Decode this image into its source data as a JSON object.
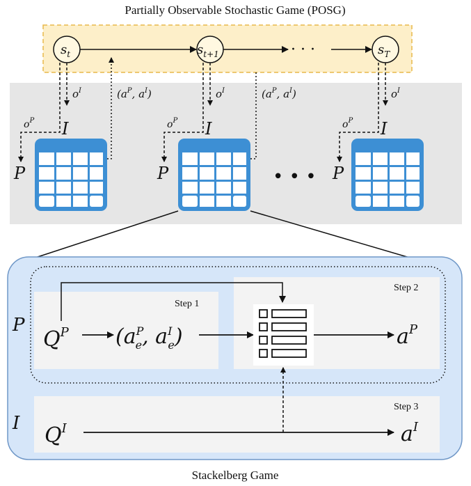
{
  "top_title": "Partially Observable Stochastic Game (POSG)",
  "bottom_title": "Stackelberg Game",
  "states": [
    {
      "base": "s",
      "sub": "t"
    },
    {
      "base": "s",
      "sub": "t+1"
    },
    {
      "base": "s",
      "sub": "T"
    }
  ],
  "ellipsis": "· · ·",
  "ellipsis_big": "• • •",
  "obs_I": {
    "base": "o",
    "sup": "I"
  },
  "obs_P": {
    "base": "o",
    "sup": "P"
  },
  "action_pair": {
    "open": "(a",
    "supP": "P",
    "mid": ", a",
    "supI": "I",
    "close": ")"
  },
  "agent_P": "P",
  "agent_I": "I",
  "steps": [
    "Step 1",
    "Step 2",
    "Step 3"
  ],
  "qP": {
    "base": "Q",
    "sup": "P"
  },
  "qI": {
    "base": "Q",
    "sup": "I"
  },
  "eq_pair": {
    "open": "(a",
    "sub1": "e",
    "sup1": "P",
    "mid": ", a",
    "sub2": "e",
    "sup2": "I",
    "close": ")"
  },
  "aP": {
    "base": "a",
    "sup": "P"
  },
  "aI": {
    "base": "a",
    "sup": "I"
  },
  "colors": {
    "posg_band": "#fdefc9",
    "posg_border": "#e8b84a",
    "gray_panel": "#e6e6e6",
    "table_blue": "#3d8fd4",
    "stack_bg": "#d6e6f9",
    "stack_border": "#6f97c7",
    "step_panel": "#f3f3f3"
  }
}
